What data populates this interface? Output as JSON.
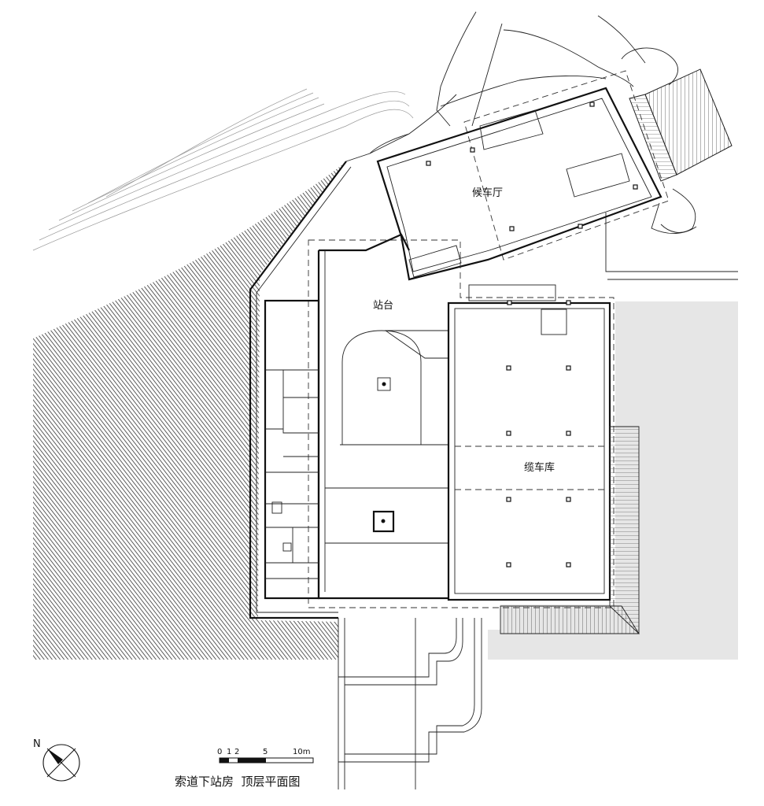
{
  "drawing": {
    "title": "索道下站房  顶层平面图",
    "north_label": "N",
    "rooms": {
      "waiting_hall": "候车厅",
      "platform": "站台",
      "cable_car_garage": "缆车库"
    },
    "scale_bar": {
      "ticks": [
        "0",
        "1",
        "2",
        "5",
        "10m"
      ]
    },
    "icons": [
      "north-arrow-icon",
      "scale-bar-icon"
    ],
    "colors": {
      "line": "#111111",
      "hatch": "#333333",
      "ground_shade": "#e6e6e6"
    }
  }
}
